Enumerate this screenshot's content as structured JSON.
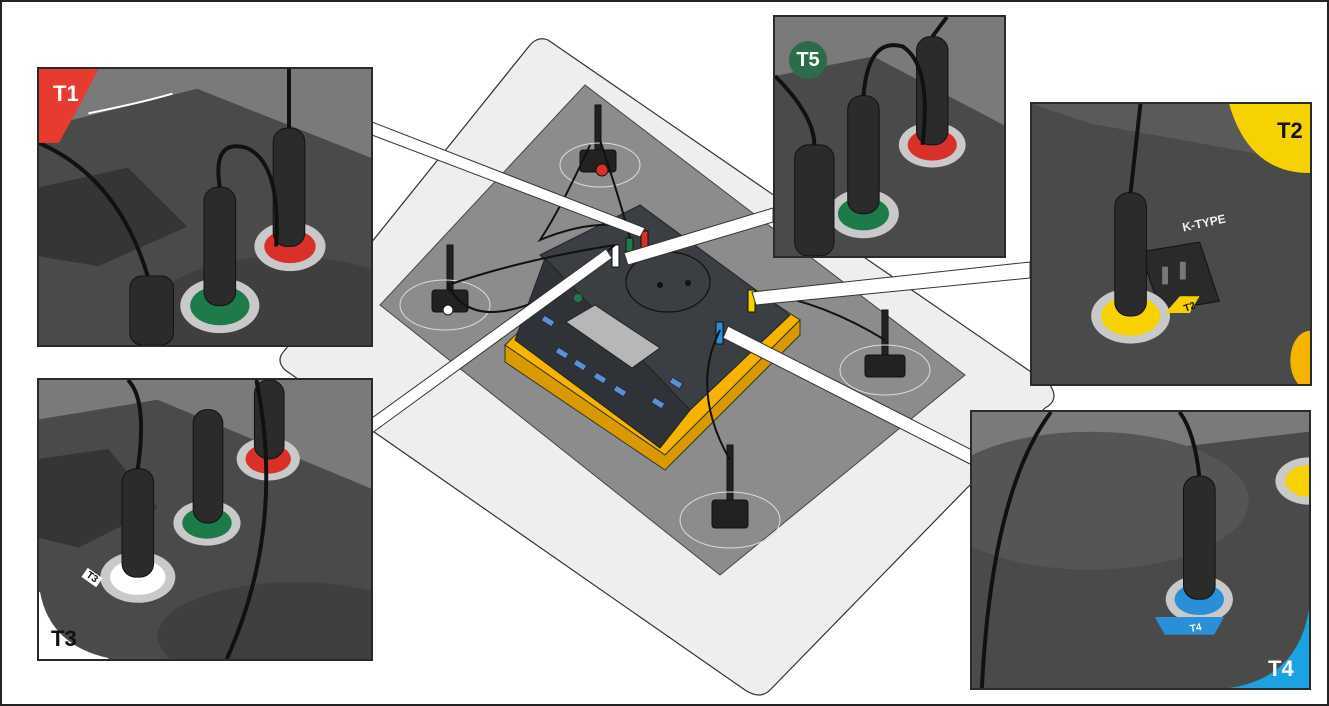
{
  "insets": {
    "t1": {
      "label": "T1",
      "color": "#e63b2e",
      "socket_label": ""
    },
    "t2": {
      "label": "T2",
      "color": "#f5d200",
      "socket_label": "T2",
      "connector_label": "K-TYPE"
    },
    "t3": {
      "label": "T3",
      "color": "#ffffff",
      "socket_label": "T3"
    },
    "t4": {
      "label": "T4",
      "color": "#1aa3e0",
      "socket_label": "T4"
    },
    "t5": {
      "label": "T5",
      "color": "#2e6b4a",
      "socket_label": ""
    }
  },
  "colors": {
    "device_body": "#f5b400",
    "device_panel": "#3a3d42",
    "mat": "#8a8a8a",
    "surround": "#e6e6e6",
    "probe_green": "#1f7a4a",
    "probe_red": "#d9302a",
    "probe_yellow": "#f5d200",
    "probe_blue": "#2a8fd6"
  }
}
